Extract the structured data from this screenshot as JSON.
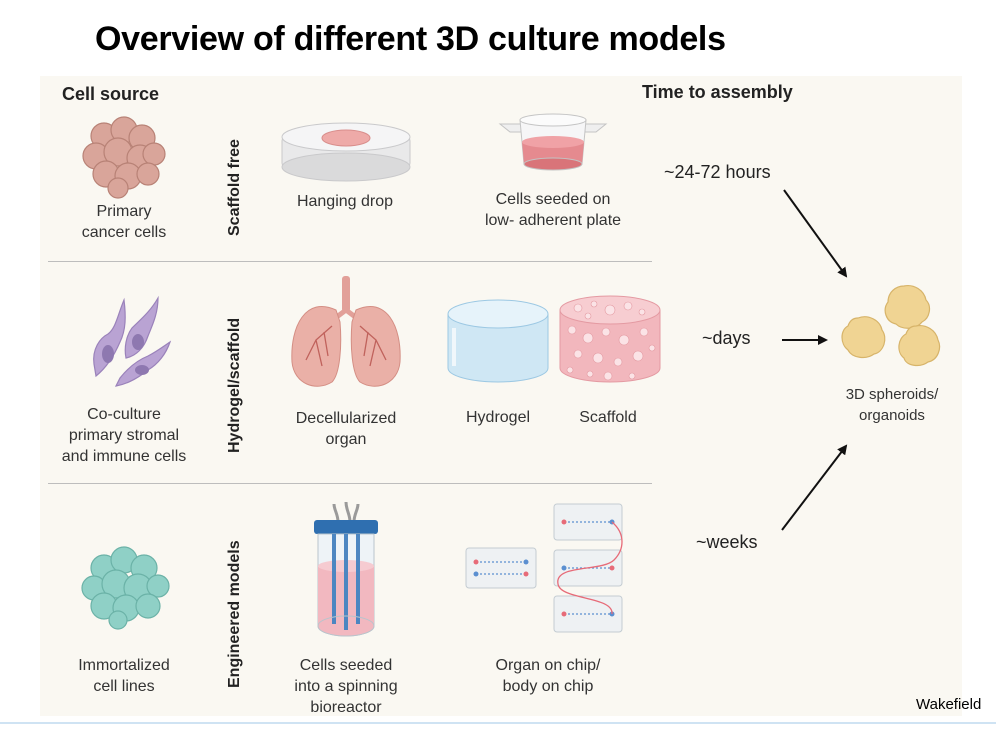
{
  "title": "Overview of different 3D culture models",
  "headers": {
    "cell_source": "Cell source",
    "time_to_assembly": "Time to assembly"
  },
  "rows": [
    {
      "method": "Scaffold free",
      "cell_source": [
        "Primary",
        "cancer cells"
      ],
      "items": [
        {
          "lines": [
            "Hanging drop"
          ]
        },
        {
          "lines": [
            "Cells seeded on",
            "low- adherent plate"
          ]
        }
      ],
      "time": "~24-72 hours"
    },
    {
      "method": "Hydrogel/scaffold",
      "cell_source": [
        "Co-culture",
        "primary stromal",
        "and immune cells"
      ],
      "items": [
        {
          "lines": [
            "Decellularized",
            "organ"
          ]
        },
        {
          "lines": [
            "Hydrogel"
          ]
        },
        {
          "lines": [
            "Scaffold"
          ]
        }
      ],
      "time": "~days"
    },
    {
      "method": "Engineered models",
      "cell_source": [
        "Immortalized",
        "cell lines"
      ],
      "items": [
        {
          "lines": [
            "Cells seeded",
            "into a spinning",
            "bioreactor"
          ]
        },
        {
          "lines": [
            "Organ on chip/",
            "body on chip"
          ]
        }
      ],
      "time": "~weeks"
    }
  ],
  "result": [
    "3D spheroids/",
    "organoids"
  ],
  "credit": "Wakefield",
  "colors": {
    "cancer_cells": "#d9a59a",
    "stromal_cells": "#b9a3d3",
    "immortalized_cells": "#8fd0c6",
    "spheroids": "#f0d493",
    "lungs": "#e7a79e",
    "hydrogel": "#cfe7f4",
    "scaffold": "#f2b7bd",
    "bioreactor_cap": "#2f6fb0"
  }
}
